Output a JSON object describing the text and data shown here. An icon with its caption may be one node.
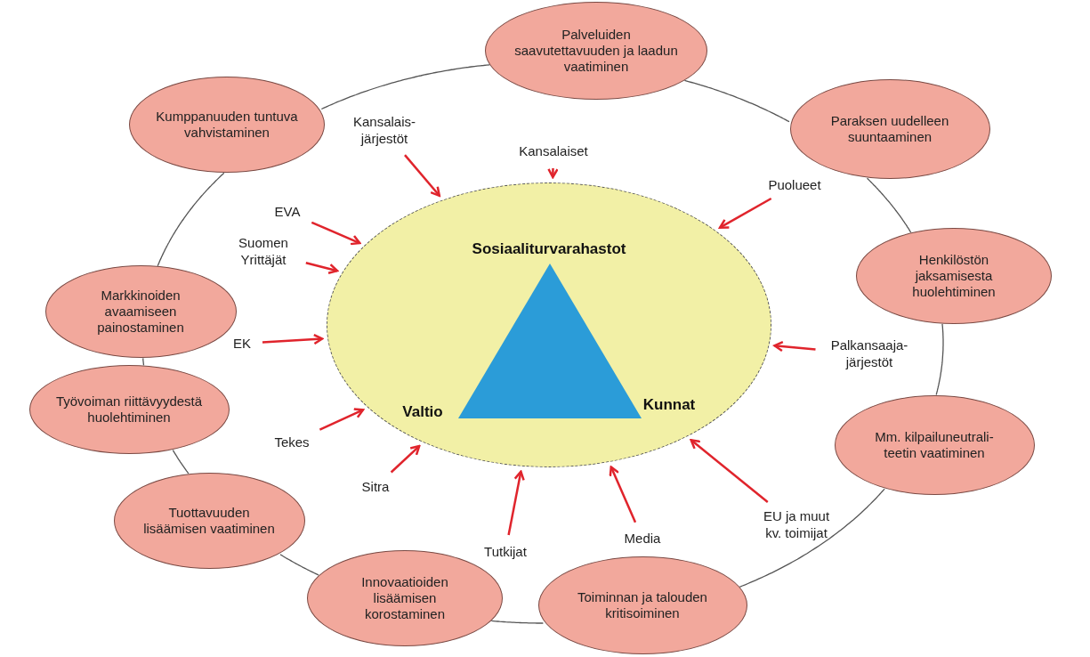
{
  "diagram": {
    "nodes": [
      {
        "text": [
          "Palveluiden saavutettavuuden ja laadun vaatiminen"
        ]
      },
      {
        "text": [
          "Kumppanuuden tuntuva vahvistaminen"
        ]
      },
      {
        "text": [
          "Paraksen uudelleen suuntaaminen"
        ]
      },
      {
        "text": [
          "Henkilöstön jaksamisesta huolehtiminen"
        ]
      },
      {
        "text": [
          "Markkinoiden avaamiseen painostaminen"
        ]
      },
      {
        "text": [
          "Työvoiman riittävyydestä huolehtiminen"
        ]
      },
      {
        "text": [
          "Mm. kilpailuneutrali- teetin vaatiminen"
        ]
      },
      {
        "text": [
          "Tuottavuuden lisäämisen vaatiminen"
        ]
      },
      {
        "text": [
          "Innovaatioiden lisäämisen korostaminen"
        ]
      },
      {
        "text": [
          "Toiminnan ja talouden kritisoiminen"
        ]
      },
      {
        "text": [],
        "shape": "ellipse"
      },
      {
        "text": [],
        "shape": "triangle",
        "in": 10
      },
      {
        "text": [
          "Kansalaiset"
        ]
      },
      {
        "text": [
          "Kansalais- järjestöt"
        ]
      },
      {
        "text": [
          "Puolueet"
        ]
      },
      {
        "text": [
          "EVA"
        ]
      },
      {
        "text": [
          "Suomen Yrittäjät"
        ]
      },
      {
        "text": [
          "EK"
        ]
      },
      {
        "text": [
          "Palkansaaja- järjestöt"
        ]
      },
      {
        "text": [
          "Tekes"
        ]
      },
      {
        "text": [
          "Sitra"
        ]
      },
      {
        "text": [
          "Tutkijat"
        ]
      },
      {
        "text": [
          "Media"
        ]
      },
      {
        "text": [
          "EU ja muut kv. toimijat"
        ]
      }
    ],
    "edges": [
      {
        "from": 0,
        "to": 2,
        "arrow": "none",
        "color": "#555555"
      },
      {
        "from": 2,
        "to": 3,
        "arrow": "none",
        "color": "#555555"
      },
      {
        "from": 3,
        "to": 6,
        "arrow": "none",
        "color": "#555555"
      },
      {
        "from": 6,
        "to": 9,
        "arrow": "none",
        "color": "#555555"
      },
      {
        "from": 9,
        "to": 8,
        "arrow": "none",
        "color": "#555555"
      },
      {
        "from": 8,
        "to": 7,
        "arrow": "none",
        "color": "#555555"
      },
      {
        "from": 7,
        "to": 5,
        "arrow": "none",
        "color": "#555555"
      },
      {
        "from": 5,
        "to": 4,
        "arrow": "none",
        "color": "#555555"
      },
      {
        "from": 4,
        "to": 1,
        "arrow": "none",
        "color": "#555555"
      },
      {
        "from": 1,
        "to": 0,
        "arrow": "none",
        "color": "#555555"
      },
      {
        "from": 12,
        "to": 10,
        "arrow": "to"
      },
      {
        "from": 13,
        "to": 10,
        "arrow": "to"
      },
      {
        "from": 14,
        "to": 10,
        "arrow": "to"
      },
      {
        "from": 15,
        "to": 10,
        "arrow": "to"
      },
      {
        "from": 16,
        "to": 10,
        "arrow": "to"
      },
      {
        "from": 17,
        "to": 10,
        "arrow": "to"
      },
      {
        "from": 18,
        "to": 10,
        "arrow": "to"
      },
      {
        "from": 19,
        "to": 10,
        "arrow": "to"
      },
      {
        "from": 20,
        "to": 10,
        "arrow": "to"
      },
      {
        "from": 21,
        "to": 10,
        "arrow": "to"
      },
      {
        "from": 22,
        "to": 10,
        "arrow": "to"
      },
      {
        "from": 23,
        "to": 10,
        "arrow": "to"
      }
    ],
    "labels": [
      "Sosiaaliturvarahastot",
      "Valtio",
      "Kunnat"
    ]
  }
}
